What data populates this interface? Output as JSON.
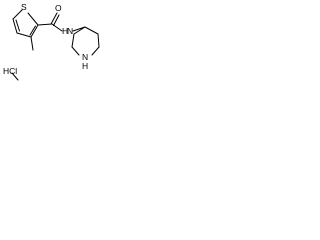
{
  "structure": {
    "atoms": {
      "sulfur": "S",
      "oxygen": "O",
      "amide_nitrogen": "N",
      "amide_hydrogen": "H",
      "ring_nitrogen": "N",
      "ring_hydrogen": "H"
    },
    "salt": {
      "hcl": "HCl"
    }
  },
  "colors": {
    "bond": "#000000",
    "text": "#000000",
    "background": "#ffffff"
  }
}
